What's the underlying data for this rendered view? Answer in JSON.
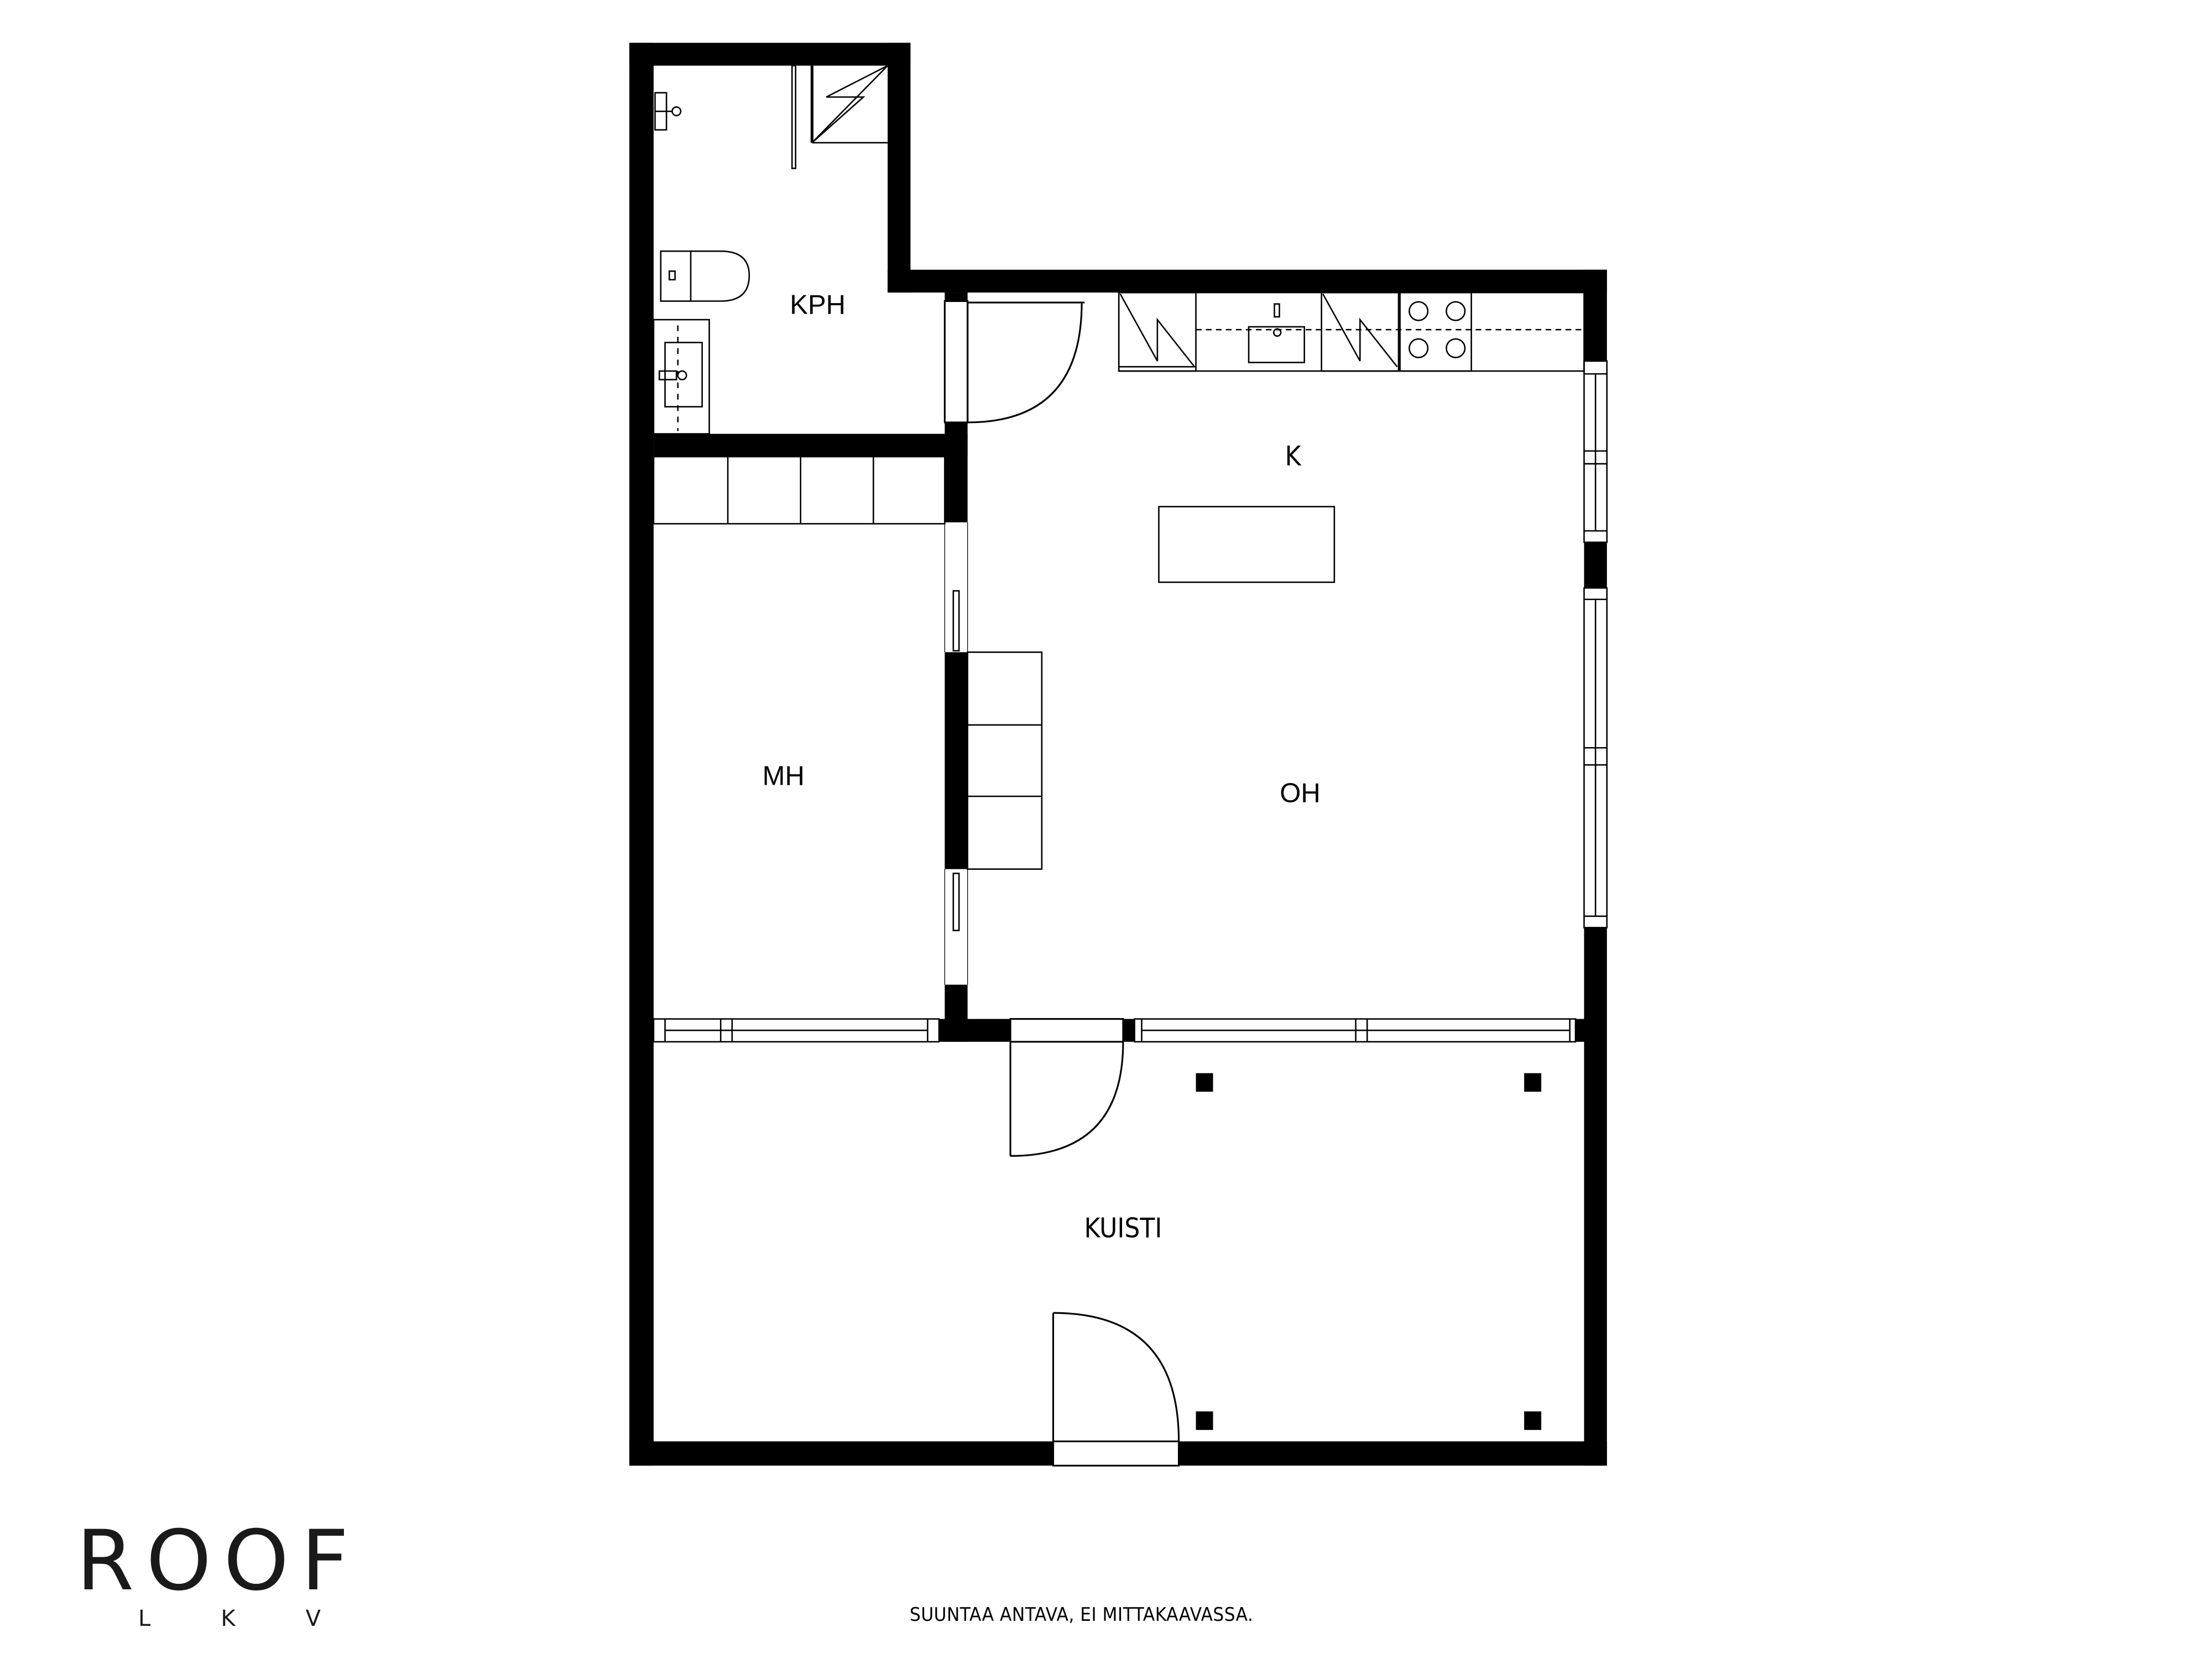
{
  "floorplan": {
    "rooms": [
      {
        "id": "kph",
        "label": "KPH"
      },
      {
        "id": "k",
        "label": "K"
      },
      {
        "id": "mh",
        "label": "MH"
      },
      {
        "id": "oh",
        "label": "OH"
      },
      {
        "id": "kuisti",
        "label": "KUISTI"
      }
    ],
    "fixtures": [
      "shower",
      "toilet",
      "bathroom-sink",
      "towel-rail",
      "kitchen-sink",
      "dishwasher",
      "fridge",
      "stove",
      "kitchen-island",
      "wardrobe",
      "sofa",
      "sliding-doors",
      "porch-posts"
    ],
    "wall_color": "#000000",
    "background_color": "#ffffff"
  },
  "branding": {
    "logo_main": "ROOF",
    "logo_sub": [
      "L",
      "K",
      "V"
    ]
  },
  "footer": {
    "disclaimer": "SUUNTAA ANTAVA, EI MITTAKAAVASSA."
  }
}
